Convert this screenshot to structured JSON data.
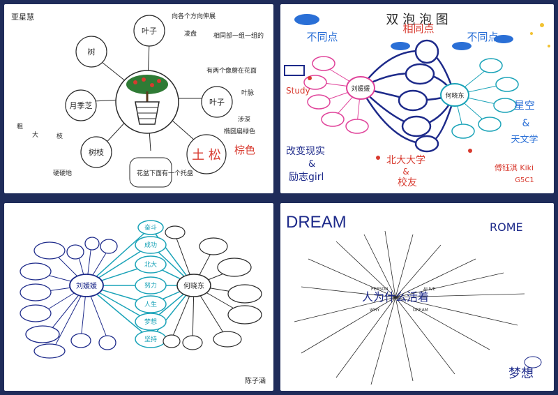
{
  "panels": [
    {
      "id": "tree-map",
      "author": "亚星慧",
      "branches": [
        "树",
        "叶子",
        "叶子",
        "树枝",
        "月季芝",
        "土 松"
      ],
      "accent_label": "棕色",
      "notes": [
        "向各个方向伸展",
        "凌盘",
        "相同部一组一组的",
        "有两个像蘑在花面",
        "叶脉",
        "涉深",
        "椭圆扁绿色",
        "花盆下面有一个托盘",
        "硬硬地",
        "粗",
        "大",
        "枝"
      ]
    },
    {
      "id": "double-bubble",
      "title": "双 泡 泡 图",
      "left_header": "不同点",
      "middle_header": "相同点",
      "right_header": "不同点",
      "left_center": "刘媛媛",
      "right_center": "何晓东",
      "left_captions": [
        "Study",
        "改变现实",
        "&",
        "励志girl"
      ],
      "middle_captions": [
        "北大大学",
        "&",
        "校友"
      ],
      "right_captions": [
        "星空",
        "&",
        "天文学"
      ],
      "signature": "傅钰淇 Kiki",
      "class_code": "G5C1"
    },
    {
      "id": "blue-map",
      "left_center": "刘媛媛",
      "right_center": "何晓东",
      "shared": [
        "成功",
        "北大",
        "努力",
        "人生",
        "梦想",
        "坚持",
        "奋斗"
      ],
      "signature": "陈子涵"
    },
    {
      "id": "dream-map",
      "dream": "DREAM",
      "rome": "ROME",
      "center": "人为什么活着",
      "english": [
        "PERSON",
        "ALIVE",
        "WHY",
        "DREAM"
      ],
      "bottom_right": "梦想"
    }
  ],
  "colors": {
    "background": "#1f2c5a",
    "pink": "#e0439a",
    "blue": "#2a6fd6",
    "red": "#d83a2f",
    "ink": "#2a2a2a",
    "navy": "#1d2a8a",
    "teal": "#1aa3b8"
  }
}
